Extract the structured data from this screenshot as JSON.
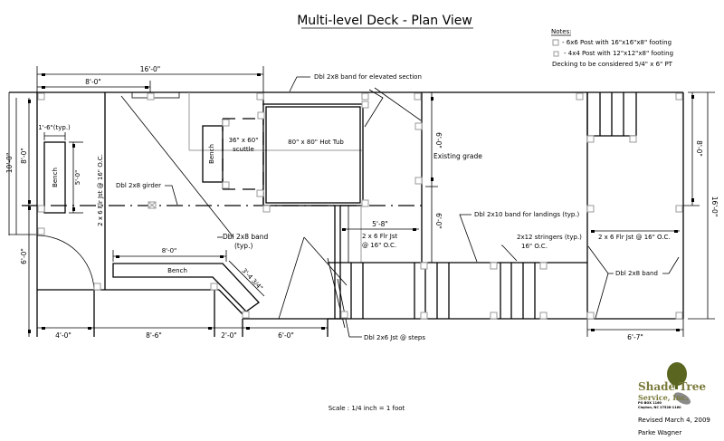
{
  "title": "Multi-level Deck - Plan View",
  "notes": {
    "heading": "Notes:",
    "items": [
      "-  6x6 Post with 16\"x16\"x8\" footing",
      "-  4x4 Post with 12\"x12\"x8\" footing"
    ],
    "decking": "Decking to be considered 5/4\" x 6\" PT"
  },
  "dimensions": {
    "top_overall": "16'-0\"",
    "top_partial": "8'-0\"",
    "left_overall": "10'-0\"",
    "left_upper": "8'-0\"",
    "left_lower": "6'-0\"",
    "bench_width": "1'-6\"(typ.)",
    "bench_length": "5'-0\"",
    "bench2_length": "8'-0\"",
    "bench2_angled": "3'-4 3/4\"",
    "bottom_1": "4'-0\"",
    "bottom_2": "8'-6\"",
    "bottom_3": "2'-0\"",
    "bottom_4": "6'-0\"",
    "bottom_5": "6'-7\"",
    "mid_upper": "6'-0\"",
    "mid_lower": "6'-0\"",
    "landing_width": "5'-8\"",
    "right_upper": "8'-0\"",
    "right_overall": "16'-0\""
  },
  "labels": {
    "band_elevated": "Dbl 2x8 band for elevated section",
    "hot_tub": "80\" x 80\" Hot Tub",
    "scuttle_1": "36\" x 60\"",
    "scuttle_2": "scuttle",
    "bench_small": "Bench",
    "bench_upper": "Bench",
    "bench_long": "Bench",
    "girder": "Dbl 2x8 girder",
    "joist_left": "2 x 6 Flr Jst @ 16\" O.C.",
    "band_typ_1": "Dbl 2x8 band",
    "band_typ_2": "(typ.)",
    "existing_grade": "Existing grade",
    "band_landings": "Dbl 2x10 band for landings (typ.)",
    "joist_landing_1": "2 x 6 Flr Jst",
    "joist_landing_2": "@ 16\" O.C.",
    "stringers_1": "2x12 stringers (typ.)",
    "stringers_2": "16\" O.C.",
    "joist_right": "2 x 6 Flr Jst @ 16\" O.C.",
    "band_right": "Dbl 2x8 band",
    "joist_steps": "Dbl 2x6 Jst @ steps"
  },
  "footer": {
    "scale": "Scale : 1/4 inch = 1 foot",
    "revised": "Revised March 4, 2009",
    "author": "Parke Wagner"
  },
  "logo": {
    "name_1": "Shade Tree",
    "name_2": "Service, Inc.",
    "line_1": "PO BOX 1160",
    "line_2": "Clayton, NC 27528-1160",
    "leaf_color": "#5a6620",
    "text_color": "#7a7a3a"
  }
}
